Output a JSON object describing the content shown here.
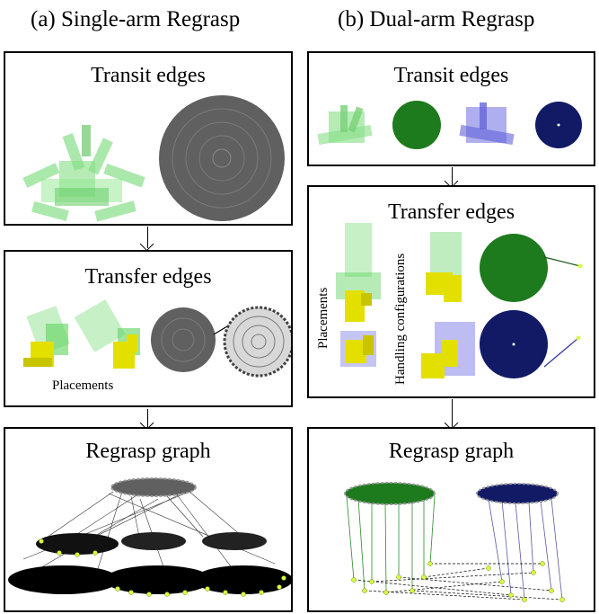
{
  "left": {
    "heading": "(a) Single-arm Regrasp",
    "transit_title": "Transit edges",
    "transfer_title": "Transfer edges",
    "placements_label": "Placements",
    "graph_title": "Regrasp graph"
  },
  "right": {
    "heading": "(b) Dual-arm Regrasp",
    "transit_title": "Transit edges",
    "transfer_title": "Transfer edges",
    "placements_label": "Placements",
    "handling_label": "Handling configurations",
    "graph_title": "Regrasp graph"
  },
  "colors": {
    "grasp_green": "#5ed35e",
    "disc_gray": "#606060",
    "disc_green": "#1d7a1d",
    "disc_navy": "#121a66",
    "grasp_blue": "#5a5ae0",
    "object_yellow": "#e3e000",
    "node_yellow": "#d8ff40"
  }
}
